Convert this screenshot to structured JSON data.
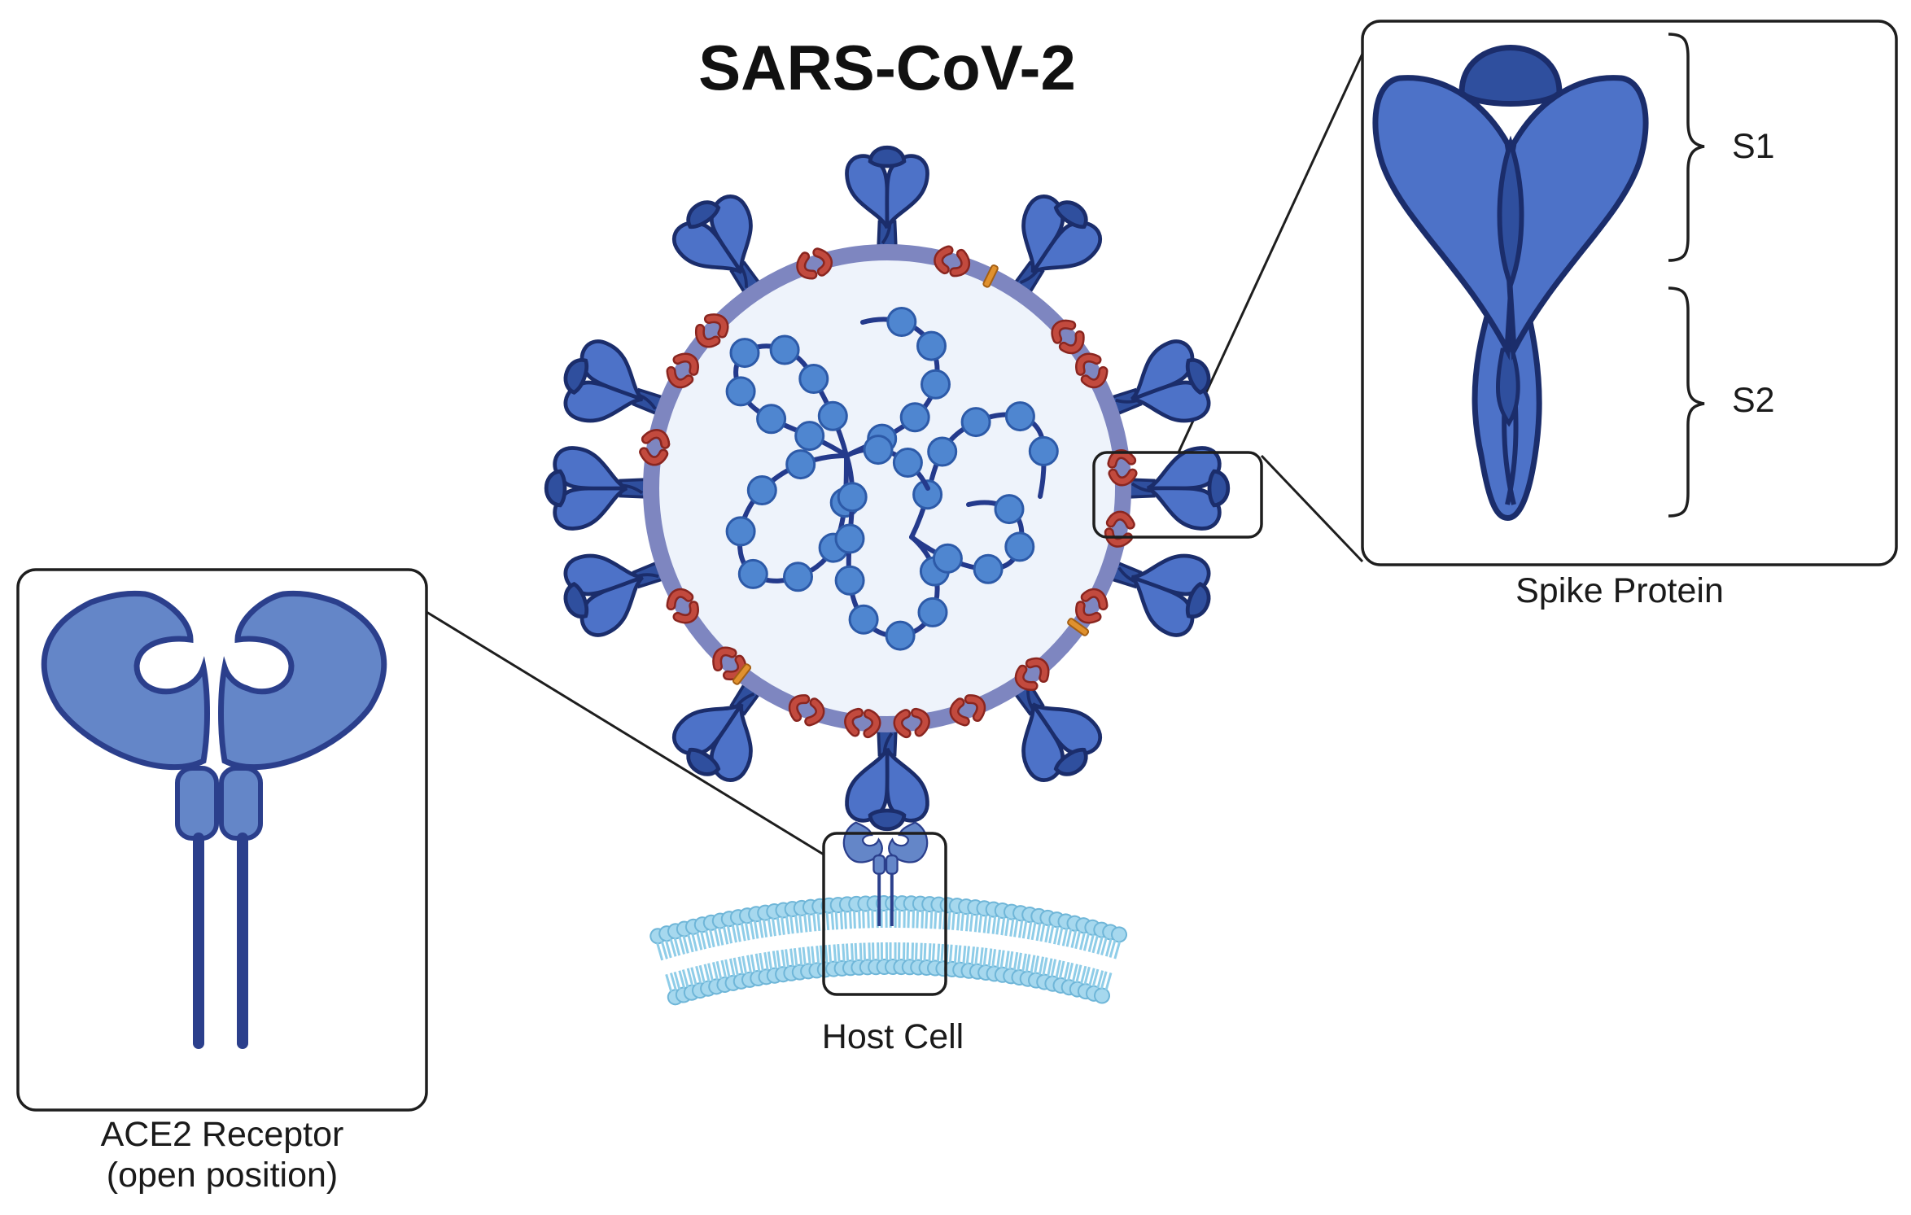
{
  "title": "SARS-CoV-2",
  "labels": {
    "spike_protein": "Spike Protein",
    "s1": "S1",
    "s2": "S2",
    "host_cell": "Host Cell",
    "ace2_line1": "ACE2 Receptor",
    "ace2_line2": "(open position)"
  },
  "colors": {
    "spike_fill": "#4d72c8",
    "spike_dark": "#2f4f9e",
    "spike_outline": "#1b2d6b",
    "envelope": "#7e86c0",
    "virion_interior": "#eef3fb",
    "rna": "#243a8c",
    "nucleocapsid": "#4f86d0",
    "membrane_protein": "#b23a32",
    "envelope_protein": "#e0912e",
    "ace2_fill": "#6486c8",
    "ace2_stalk": "#2b3f8c",
    "lipid": "#8fcde8"
  },
  "icons": [
    "spike-protein-icon",
    "ace2-receptor-icon",
    "virion-icon",
    "lipid-bilayer-icon",
    "brace-icon"
  ]
}
